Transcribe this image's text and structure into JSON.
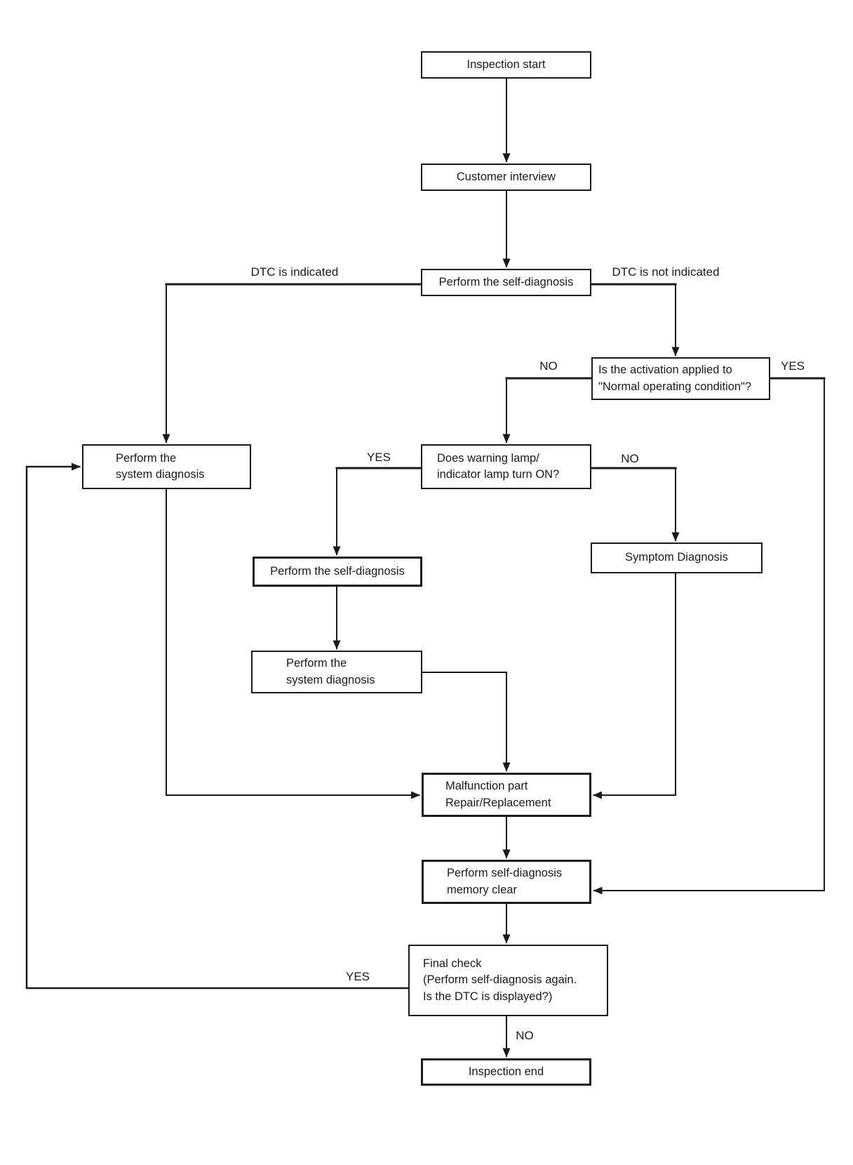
{
  "diagram": {
    "nodes": {
      "inspection_start": {
        "label": "Inspection start"
      },
      "customer_interview": {
        "label": "Customer interview"
      },
      "perform_self_diagnosis": {
        "label": "Perform the self-diagnosis"
      },
      "activation_check": {
        "label": "Is the activation applied to\n\"Normal operating condition\"?"
      },
      "system_diagnosis_left": {
        "label": "Perform the\nsystem diagnosis"
      },
      "warning_lamp_check": {
        "label": "Does warning lamp/\nindicator lamp turn ON?"
      },
      "symptom_diagnosis": {
        "label": "Symptom Diagnosis"
      },
      "perform_self_diagnosis_2": {
        "label": "Perform the self-diagnosis"
      },
      "system_diagnosis_mid": {
        "label": "Perform the\nsystem diagnosis"
      },
      "malfunction_repair": {
        "label": "Malfunction part\nRepair/Replacement"
      },
      "memory_clear": {
        "label": "Perform self-diagnosis\nmemory clear"
      },
      "final_check": {
        "label": "Final check\n(Perform self-diagnosis again.\nIs the DTC is displayed?)"
      },
      "inspection_end": {
        "label": "Inspection end"
      }
    },
    "edge_labels": {
      "dtc_indicated": "DTC is indicated",
      "dtc_not_indicated": "DTC is not indicated",
      "activation_no": "NO",
      "activation_yes": "YES",
      "lamp_yes": "YES",
      "lamp_no": "NO",
      "final_yes": "YES",
      "final_no": "NO"
    },
    "colors": {
      "line": "#1a1a1a",
      "background": "#ffffff"
    }
  }
}
